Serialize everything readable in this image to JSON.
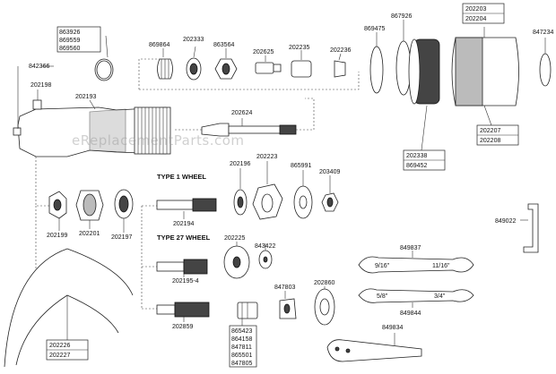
{
  "watermark": "eReplacementParts.com",
  "section_titles": {
    "type1": "TYPE 1 WHEEL",
    "type27": "TYPE 27 WHEEL"
  },
  "labels": {
    "p842366": "842366",
    "p202198": "202198",
    "p202193": "202193",
    "p869864": "869864",
    "p202333": "202333",
    "p863564": "863564",
    "p202625": "202625",
    "p202235": "202235",
    "p202236": "202236",
    "p869475": "869475",
    "p867926": "867926",
    "p847234": "847234",
    "p202624": "202624",
    "p202196": "202196",
    "p202223": "202223",
    "p865991": "865991",
    "p203409": "203409",
    "p202199": "202199",
    "p202201": "202201",
    "p202197": "202197",
    "p202194": "202194",
    "p202225": "202225",
    "p843422": "843422",
    "p202195_4": "202195-4",
    "p847803": "847803",
    "p202860": "202860",
    "p202859": "202859",
    "p849022": "849022",
    "p849837": "849837",
    "p849844": "849844",
    "p849834": "849834",
    "wrench1_left": "9/16\"",
    "wrench1_right": "11/16\"",
    "wrench2_left": "5/8\"",
    "wrench2_right": "3/4\""
  },
  "boxes": {
    "oring_kit": [
      "863926",
      "869559",
      "869560"
    ],
    "housing_top": [
      "202203",
      "202204"
    ],
    "housing_bottom": [
      "202207",
      "202208"
    ],
    "collar": [
      "202338",
      "869452"
    ],
    "guard": [
      "202226",
      "202227"
    ],
    "collet": [
      "865423",
      "864158",
      "847811",
      "865501",
      "847805"
    ]
  }
}
